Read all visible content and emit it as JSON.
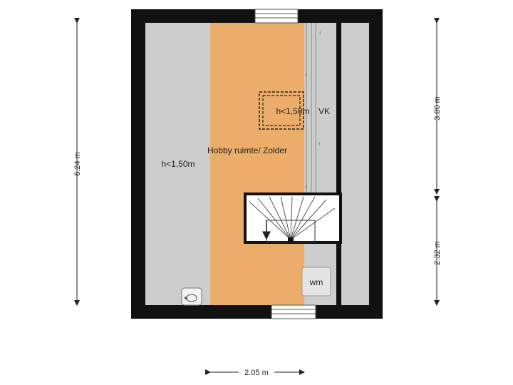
{
  "labels": {
    "room_name": "Hobby ruimte/ Zolder",
    "low_height_left": "h<1,50m",
    "low_height_hatch": "h<1,50m",
    "vk": "VK",
    "wm": "wm"
  },
  "dimensions": {
    "height_total": "6.24 m",
    "height_upper": "3.80 m",
    "height_lower": "2.32 m",
    "width": "2.05 m"
  },
  "colors": {
    "wall": "#111111",
    "low_floor": "#cdcdcd",
    "main_floor": "#ecac6a",
    "stairs": "#ffffff",
    "dimension_line": "#222222"
  }
}
